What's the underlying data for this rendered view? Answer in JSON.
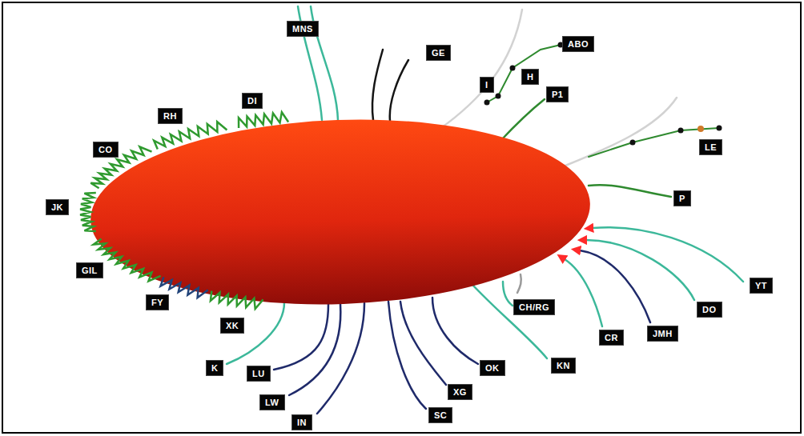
{
  "diagram": {
    "nodes": [
      {
        "text": [
          "MNS"
        ]
      },
      {
        "text": [
          "GE"
        ]
      },
      {
        "text": [
          "ABO"
        ]
      },
      {
        "text": [
          "H"
        ]
      },
      {
        "text": [
          "I"
        ]
      },
      {
        "text": [
          "P1"
        ]
      },
      {
        "text": [
          "DI"
        ]
      },
      {
        "text": [
          "RH"
        ]
      },
      {
        "text": [
          "LE"
        ]
      },
      {
        "text": [
          "CO"
        ]
      },
      {
        "text": [
          "P"
        ]
      },
      {
        "text": [
          "JK"
        ]
      },
      {
        "text": [
          "GIL"
        ]
      },
      {
        "text": [
          "YT"
        ]
      },
      {
        "text": [
          "FY"
        ]
      },
      {
        "text": [
          "CH/RG"
        ]
      },
      {
        "text": [
          "DO"
        ]
      },
      {
        "text": [
          "XK"
        ]
      },
      {
        "text": [
          "JMH"
        ]
      },
      {
        "text": [
          "CR"
        ]
      },
      {
        "text": [
          "K"
        ]
      },
      {
        "text": [
          "OK"
        ]
      },
      {
        "text": [
          "KN"
        ]
      },
      {
        "text": [
          "LU"
        ]
      },
      {
        "text": [
          "XG"
        ]
      },
      {
        "text": [
          "LW"
        ]
      },
      {
        "text": [
          "SC"
        ]
      },
      {
        "text": [
          "IN"
        ]
      }
    ]
  }
}
